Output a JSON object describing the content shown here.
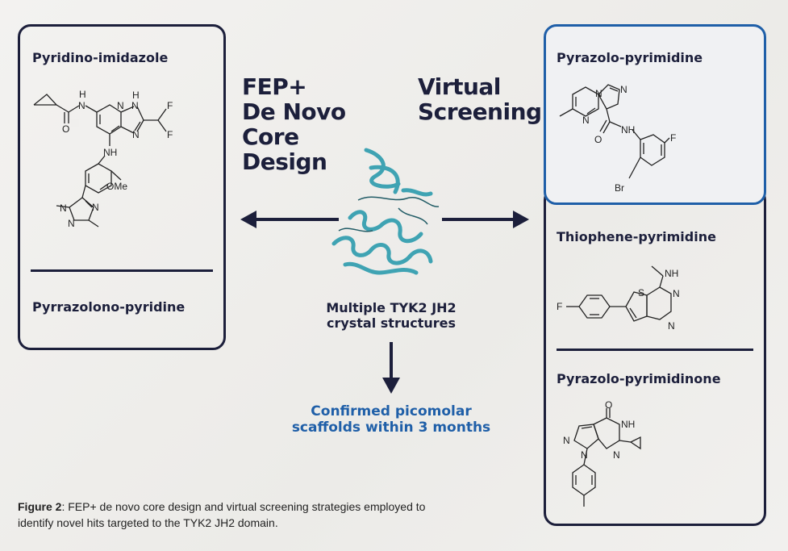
{
  "left_panel": {
    "scaffold_1": "Pyridino-imidazole",
    "scaffold_2": "Pyrrazolono-pyridine",
    "atoms_1": {
      "nh_h": "H",
      "n1": "N",
      "n_pyr": "N",
      "n_im_h": "H",
      "n_im": "N",
      "n_im2": "N",
      "o": "O",
      "f1": "F",
      "f2": "F",
      "nh2": "NH",
      "ome": "OMe",
      "n_t1": "N",
      "n_t2": "N",
      "n_t3": "N"
    }
  },
  "left_title": "FEP+\nDe Novo\nCore\nDesign",
  "right_title": "Virtual\nScreening",
  "center": {
    "structures_label": "Multiple TYK2 JH2\ncrystal structures",
    "result_label": "Confirmed picomolar\nscaffolds within 3 months"
  },
  "right_panel": {
    "scaffold_1": "Pyrazolo-pyrimidine",
    "scaffold_2": "Thiophene-pyrimidine",
    "scaffold_3": "Pyrazolo-pyrimidinone",
    "atoms_1": {
      "n1": "N",
      "n2": "N",
      "n3": "N",
      "o": "O",
      "nh": "NH",
      "f": "F",
      "br": "Br"
    },
    "atoms_2": {
      "nh": "NH",
      "s": "S",
      "n1": "N",
      "n2": "N",
      "f": "F"
    },
    "atoms_3": {
      "o": "O",
      "nh": "NH",
      "n1": "N",
      "n2": "N",
      "n3": "N"
    }
  },
  "caption": {
    "label": "Figure 2",
    "text": ": FEP+ de novo core design and virtual screening strategies employed to identify novel hits targeted to the TYK2 JH2 domain."
  },
  "colors": {
    "navy": "#1c1f3b",
    "blue": "#1f5fa8",
    "protein": "#3fa3b3",
    "result": "#1f5fa8"
  }
}
